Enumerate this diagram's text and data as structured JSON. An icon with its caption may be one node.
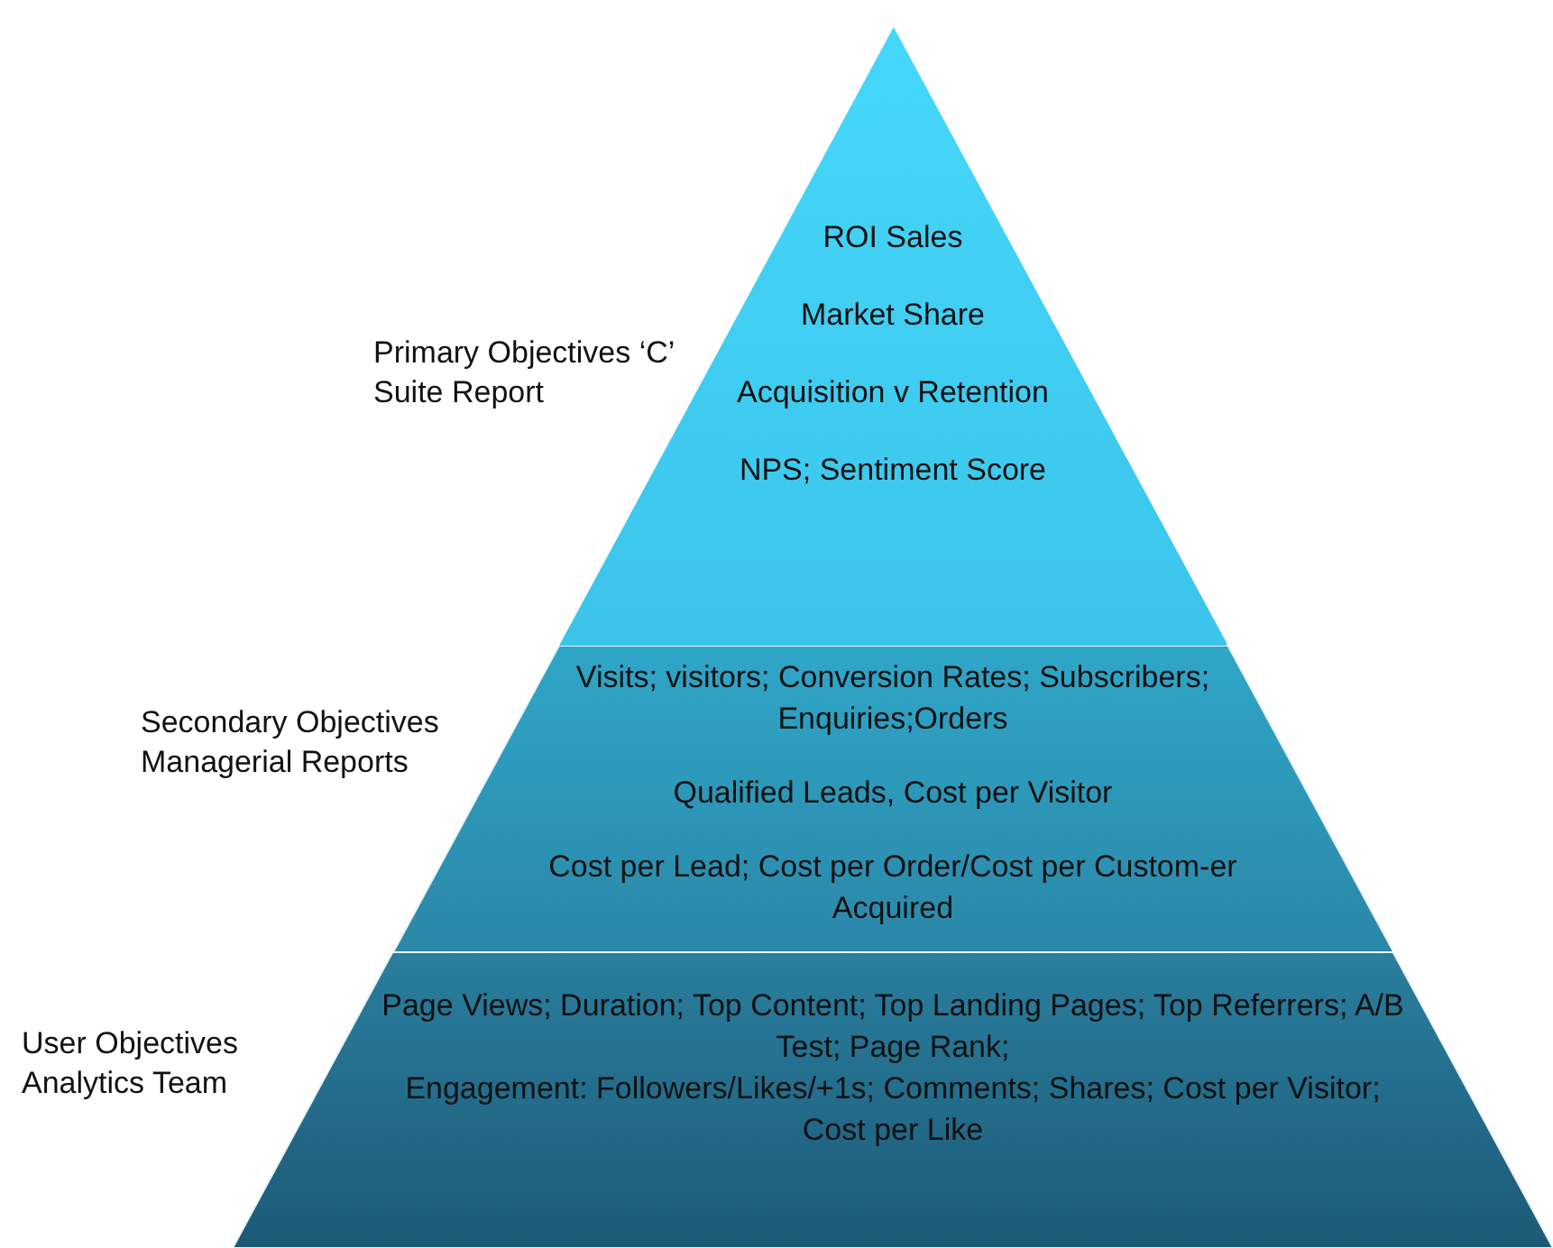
{
  "diagram": {
    "nodes": [
      {
        "text": [
          "ROI Sales",
          "Market Share",
          "Acquisition v Retention",
          "NPS; Sentiment Score"
        ],
        "beside": [
          "Primary Objectives ‘C’ Suite Report"
        ]
      },
      {
        "text": [
          "Visits; visitors; Conversion Rates; Subscribers; Enquiries;Orders",
          "Qualified Leads, Cost per Visitor",
          "Cost per Lead; Cost per Order/Cost per Custom-er Acquired"
        ],
        "beside": [
          "Secondary Objectives Managerial Reports"
        ]
      },
      {
        "text": [
          "Page Views; Duration; Top Content; Top Landing Pages; Top Referrers; A/B Test; Page Rank;",
          "Engagement: Followers/Likes/+1s; Comments; Shares; Cost per Visitor; Cost per Like"
        ],
        "beside": [
          "User Objectives Analytics Team"
        ]
      }
    ],
    "edges": []
  }
}
